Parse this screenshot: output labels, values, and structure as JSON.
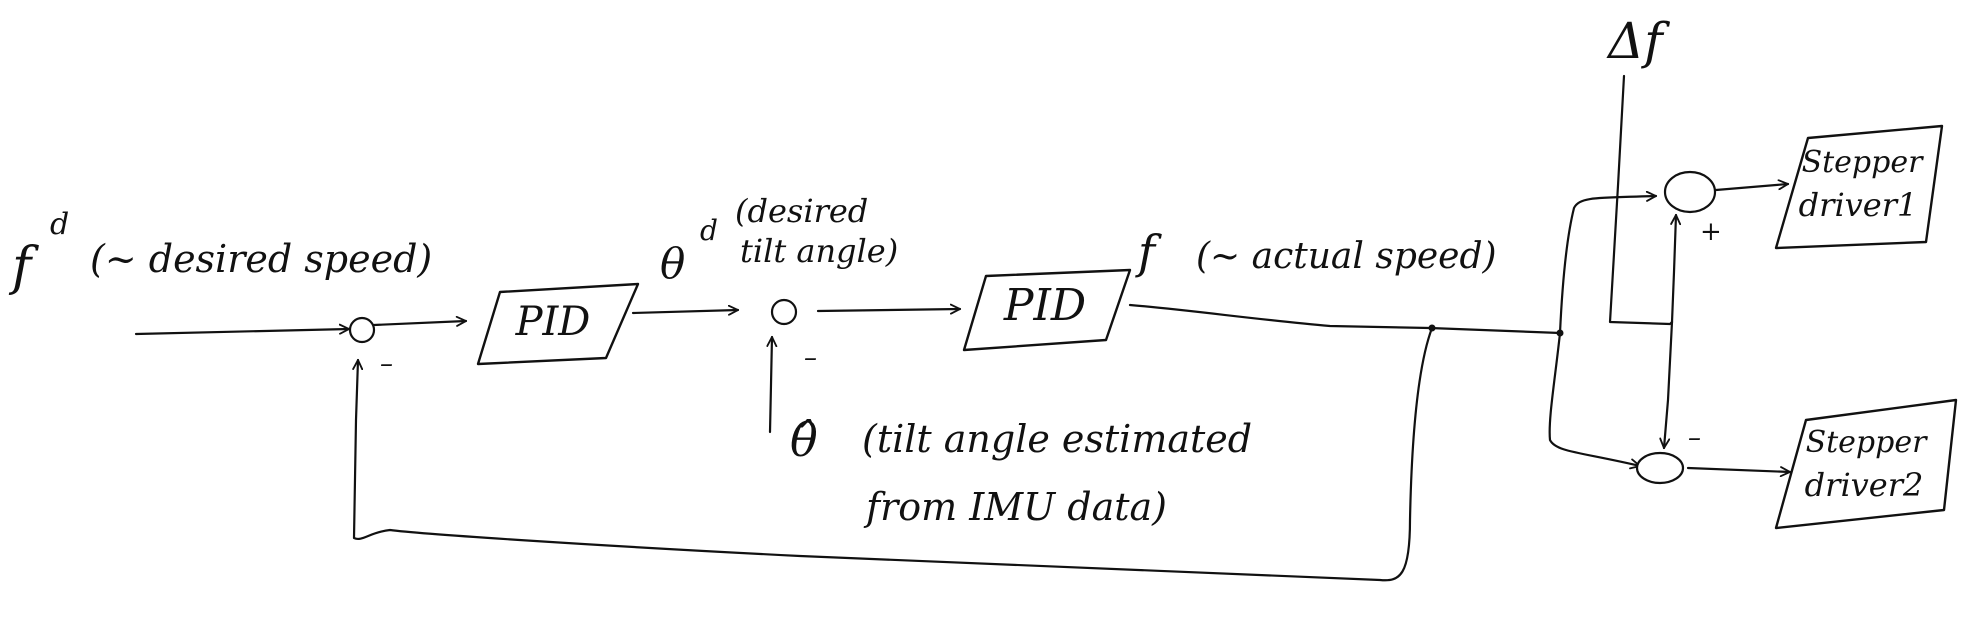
{
  "diagram": {
    "input_label": "f",
    "input_sup": "d",
    "input_desc": "(~ desired speed)",
    "sum1_minus": "–",
    "pid1_label": "PID",
    "theta_d_symbol": "θ",
    "theta_d_sup": "d",
    "theta_d_desc_line1": "(desired",
    "theta_d_desc_line2": "tilt angle)",
    "sum2_minus": "–",
    "pid2_label": "PID",
    "output_label": "f",
    "output_desc": "(~ actual speed)",
    "theta_hat_symbol": "θ̂",
    "theta_hat_desc_line1": "(tilt angle estimated",
    "theta_hat_desc_line2": "from IMU data)",
    "delta_label": "Δf",
    "sum3_plus": "+",
    "sum4_minus": "–",
    "driver1_line1": "Stepper",
    "driver1_line2": "driver1",
    "driver2_line1": "Stepper",
    "driver2_line2": "driver2"
  }
}
